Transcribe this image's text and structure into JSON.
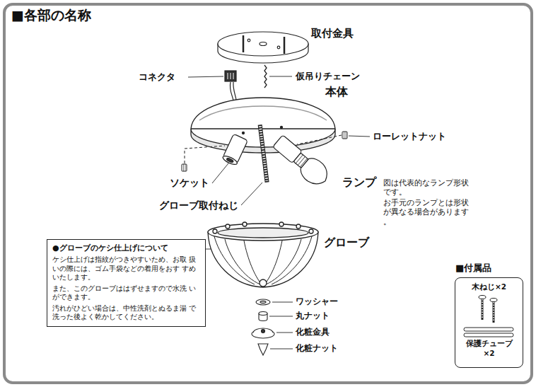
{
  "diagram": {
    "title": "■各部の名称",
    "nodes": [
      {
        "text": [
          "●グローブのケシ仕上げについて",
          "ケシ仕上げは指紋がつきやすいため、お取 扱いの際には、ゴム手袋などの着用をおす すめいたします。",
          "また、このグローブははずせますので水洗 いができます。",
          "汚れがひどい場合は、中性洗剤とぬるま湯 で洗った後よく乾かしてください。"
        ]
      },
      {
        "text": [
          "■付属品",
          "木ねじ×2",
          "保護チューブ ×2"
        ]
      }
    ],
    "edges": [],
    "labels": [
      "取付金具",
      "コネクタ",
      "仮吊りチェーン",
      "本体",
      "ローレットナット",
      "ソケット",
      "グローブ取付ねじ",
      "ランプ",
      "図は代表的なランプ形状 です。",
      "お手元のランプとは形状 が異なる場合があります。",
      "グローブ",
      "ワッシャー",
      "丸ナット",
      "化粧金具",
      "化粧ナット"
    ]
  }
}
